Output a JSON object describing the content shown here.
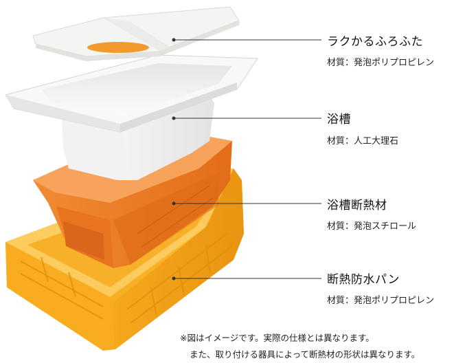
{
  "components": [
    {
      "name": "ラクかるふろふた",
      "material": "材質：発泡ポリプロピレン"
    },
    {
      "name": "浴槽",
      "material": "材質：人工大理石"
    },
    {
      "name": "浴槽断熱材",
      "material": "材質：発泡スチロール"
    },
    {
      "name": "断熱防水パン",
      "material": "材質：発泡ポリプロピレン"
    }
  ],
  "notes": [
    "※図はイメージです。実際の仕様とは異なります。",
    "また、取り付ける器具によって断熱材の形状は異なります。"
  ],
  "colors": {
    "lid": "#f4f4f2",
    "lid_handle": "#f39a2e",
    "tub": "#f7f7f7",
    "insulation": "#ee7d27",
    "pan": "#fbb523",
    "leader": "#333333"
  }
}
